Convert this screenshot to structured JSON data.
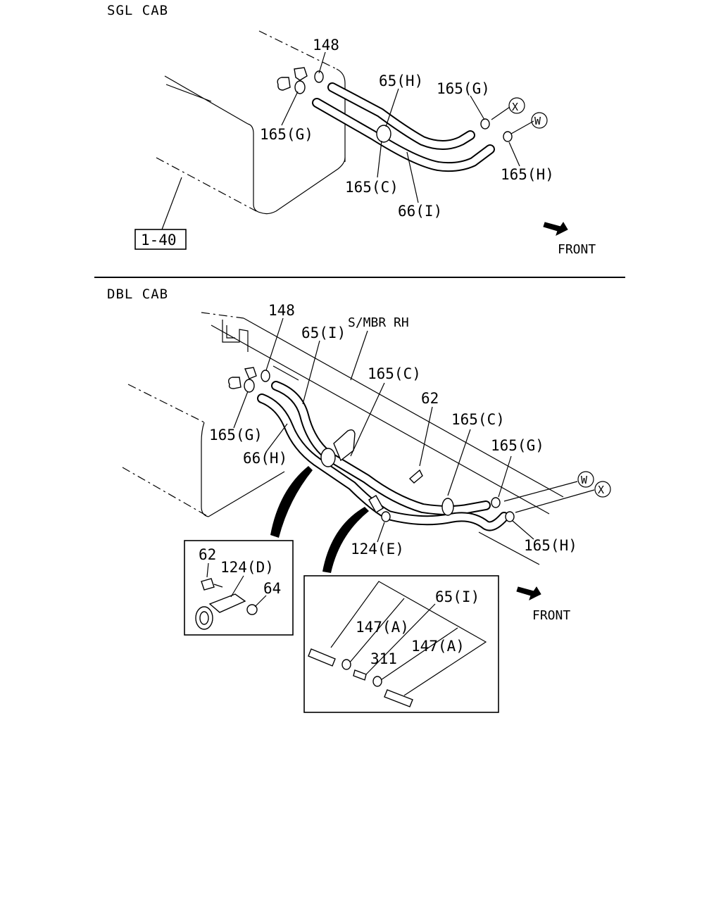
{
  "sgl": {
    "title": "SGL CAB",
    "labels": {
      "l148": "148",
      "l65h": "65(H)",
      "l165g_top": "165(G)",
      "lx": "X",
      "lw": "W",
      "l165g_left": "165(G)",
      "l165c": "165(C)",
      "l66i": "66(I)",
      "l165h": "165(H)",
      "ref": "1-40",
      "front": "FRONT"
    }
  },
  "dbl": {
    "title": "DBL CAB",
    "labels": {
      "l148": "148",
      "l65i": "65(I)",
      "smbr": "S/MBR RH",
      "l165c_a": "165(C)",
      "l62": "62",
      "l165c_b": "165(C)",
      "l165g_right": "165(G)",
      "l165g_left": "165(G)",
      "l66h": "66(H)",
      "lw": "W",
      "lx": "X",
      "l165h": "165(H)",
      "l124e": "124(E)",
      "front": "FRONT"
    },
    "detail_bracket": {
      "l62": "62",
      "l124d": "124(D)",
      "l64": "64"
    },
    "detail_joint": {
      "l65i": "65(I)",
      "l147a_1": "147(A)",
      "l311": "311",
      "l147a_2": "147(A)"
    }
  }
}
